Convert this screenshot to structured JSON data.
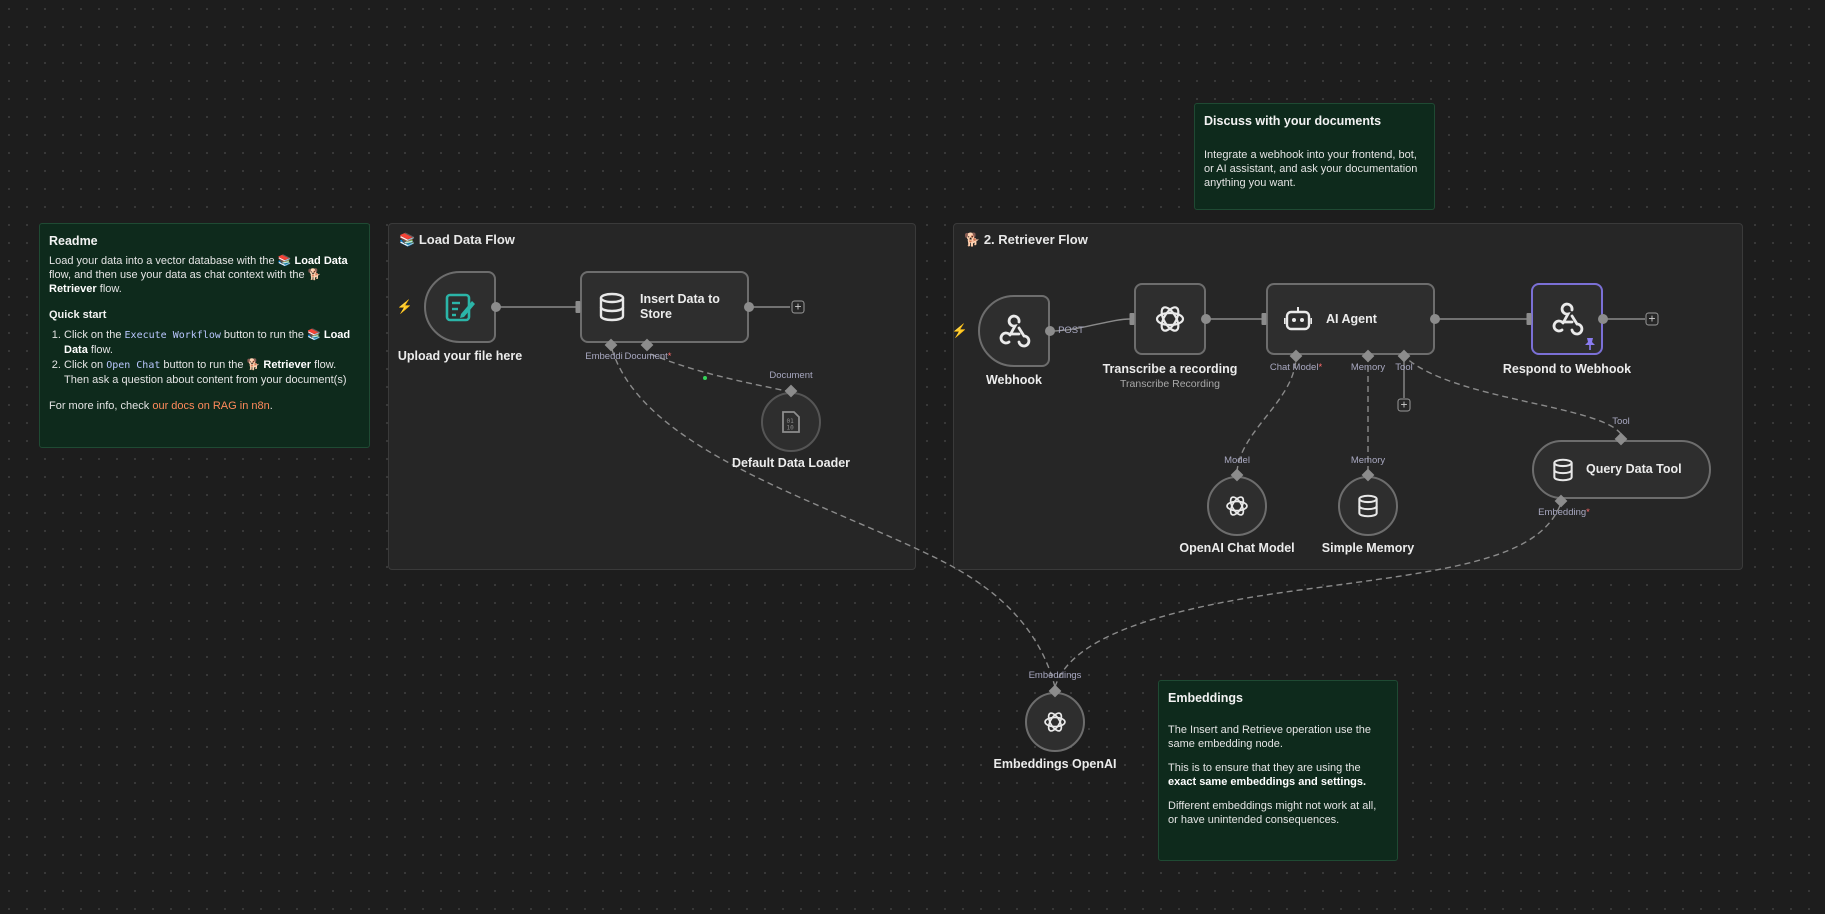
{
  "groups": {
    "load": {
      "icon": "📚",
      "title": "Load Data Flow"
    },
    "retriever": {
      "icon": "🐕",
      "title": "2. Retriever Flow"
    }
  },
  "readme": {
    "title": "Readme",
    "p1_a": "Load your data into a vector database with the ",
    "p1_icon1": "📚",
    "p1_b": "Load Data",
    "p1_c": " flow, and then use your data as chat context with the ",
    "p1_icon2": "🐕",
    "p1_d": "Retriever",
    "p1_e": " flow.",
    "quick_title": "Quick start",
    "s1_a": "Click on the ",
    "s1_code": "Execute Workflow",
    "s1_b": " button to run the ",
    "s1_icon": "📚",
    "s1_c": "Load Data",
    "s1_d": " flow.",
    "s2_a": "Click on ",
    "s2_code": "Open Chat",
    "s2_b": " button to run the ",
    "s2_icon": "🐕",
    "s2_c": "Retriever",
    "s2_d": " flow. Then ask a question about content from your document(s)",
    "more_a": "For more info, check ",
    "more_link": "our docs on RAG in n8n",
    "more_b": "."
  },
  "discuss_note": {
    "title": "Discuss with your documents",
    "body": "Integrate a webhook into your frontend, bot, or AI assistant, and ask your documentation anything you want."
  },
  "embeddings_note": {
    "title": "Embeddings",
    "p1": "The Insert and Retrieve operation use the same embedding node.",
    "p2_a": "This is to ensure that they are using the ",
    "p2_b": "exact same embeddings and settings.",
    "p3": "Different embeddings might not work at all, or have unintended consequences."
  },
  "nodes": {
    "upload": {
      "label": "Upload your file here",
      "icon": "form-edit-icon"
    },
    "insert": {
      "label": "Insert Data to Store",
      "icon": "database-icon",
      "port1": "Embeddi",
      "port2": "Document",
      "req": "*"
    },
    "loader": {
      "label": "Default Data Loader",
      "icon": "binary-file-icon",
      "port": "Document"
    },
    "webhook": {
      "label": "Webhook",
      "icon": "webhook-icon",
      "method": "POST"
    },
    "transcribe": {
      "label": "Transcribe a recording",
      "sublabel": "Transcribe Recording",
      "icon": "openai-icon"
    },
    "agent": {
      "label": "AI Agent",
      "icon": "robot-icon",
      "port_chat": "Chat Model",
      "port_memory": "Memory",
      "port_tool": "Tool",
      "req": "*"
    },
    "respond": {
      "label": "Respond to Webhook",
      "icon": "webhook-icon",
      "pin": "pin-icon"
    },
    "query": {
      "label": "Query Data Tool",
      "icon": "database-icon",
      "port_tool": "Tool",
      "port_emb": "Embedding",
      "req": "*"
    },
    "chat_model": {
      "label": "OpenAI Chat Model",
      "icon": "openai-icon",
      "port": "Model"
    },
    "memory": {
      "label": "Simple Memory",
      "icon": "database-icon",
      "port": "Memory"
    },
    "embeddings": {
      "label": "Embeddings OpenAI",
      "icon": "openai-icon",
      "port": "Embeddings"
    }
  },
  "colors": {
    "canvas": "#1d1d1d",
    "group": "#262626",
    "note": "#0e2a1c",
    "trigger_bolt": "#ff6d5a",
    "link": "#ff8a5b",
    "selected": "#7b70d6",
    "form_icon": "#2bb5a8"
  }
}
